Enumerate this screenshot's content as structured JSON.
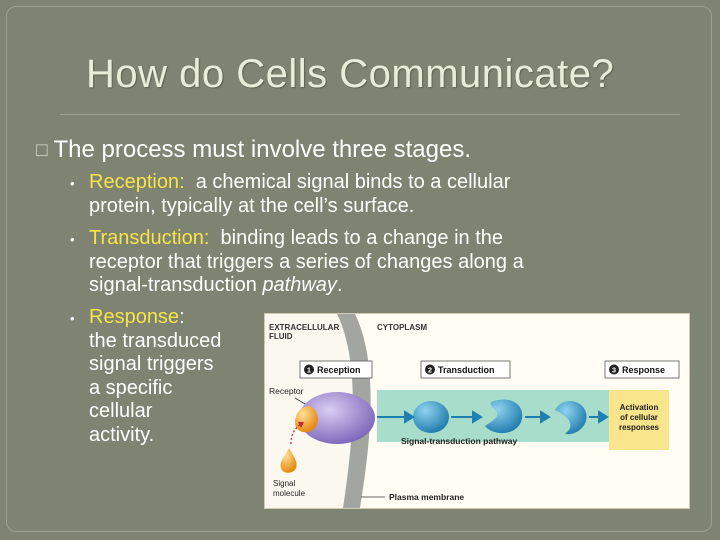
{
  "slide": {
    "title": "How do Cells Communicate?",
    "main_bullet": {
      "marker": "□",
      "text": "The process must involve three stages."
    },
    "sub_bullets": [
      {
        "term": "Reception",
        "colon": ":",
        "lines": [
          "  a chemical signal binds to a cellular",
          "protein, typically at the cell’s surface."
        ]
      },
      {
        "term": "Transduction",
        "colon": ":",
        "lines": [
          "  binding leads to a change in the",
          "receptor that triggers a series of changes along a",
          "signal-transduction "
        ],
        "emphasis": "pathway",
        "tail": "."
      },
      {
        "term": "Response",
        "colon": ":",
        "lines": [
          "the transduced",
          "signal triggers",
          "a specific",
          "cellular",
          "activity."
        ]
      }
    ]
  },
  "diagram": {
    "extracellular_label": [
      "EXTRACELLULAR",
      "FLUID"
    ],
    "cytoplasm_label": "CYTOPLASM",
    "stage_badges": [
      {
        "number": "1",
        "label": "Reception"
      },
      {
        "number": "2",
        "label": "Transduction"
      },
      {
        "number": "3",
        "label": "Response"
      }
    ],
    "receptor_label": "Receptor",
    "pathway_label": "Signal-transduction pathway",
    "signal_label": [
      "Signal",
      "molecule"
    ],
    "membrane_label": "Plasma membrane",
    "response_box": [
      "Activation",
      "of cellular",
      "responses"
    ],
    "colors": {
      "extracellular": "#fbf9ef",
      "membrane": "#a3a6a0",
      "pathway_band": "#a8dccb",
      "receptor": "#8f79c8",
      "signal": "#f2a52a",
      "relay_protein": "#2c8fbf",
      "response_box": "#f8e58c"
    }
  }
}
